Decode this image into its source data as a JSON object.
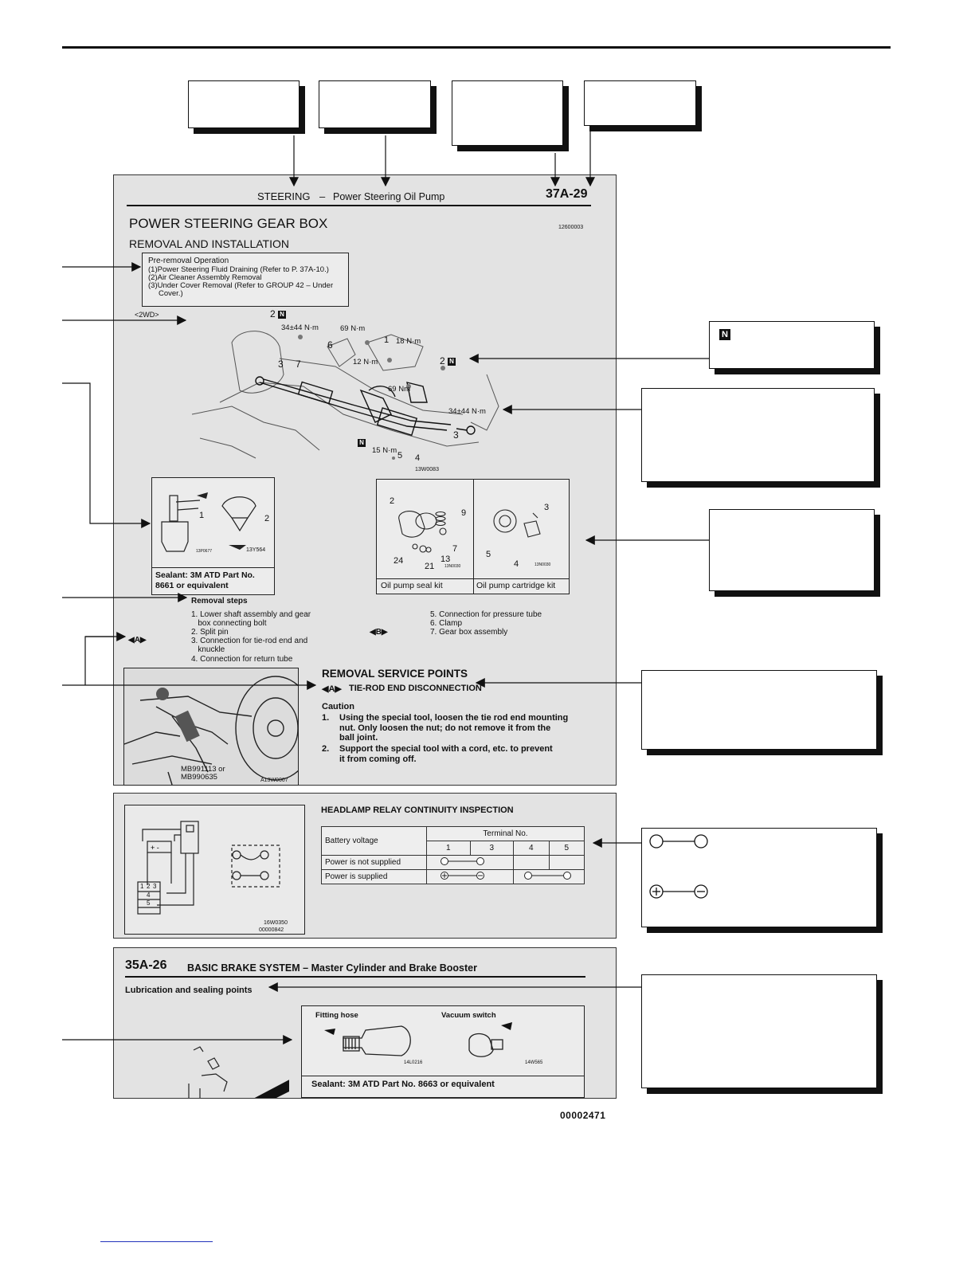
{
  "header_top": {
    "section": "STEERING",
    "dash": "–",
    "subtitle": "Power Steering Oil Pump",
    "page_number": "37A-29"
  },
  "gearbox": {
    "title": "POWER STEERING GEAR BOX",
    "doc_code": "12600003",
    "subtitle": "REMOVAL AND INSTALLATION",
    "pre_removal": {
      "heading": "Pre-removal Operation",
      "lines": [
        "(1)Power Steering Fluid Draining (Refer to P. 37A-10.)",
        "(2)Air Cleaner Assembly Removal",
        "(3)Under Cover Removal (Refer to GROUP 42 – Under",
        "Cover.)"
      ]
    },
    "variant": "<2WD>",
    "diagram_labels": {
      "l_2n_top": "2",
      "torque_34_44_top": "34±44 N·m",
      "torque_69_top": "69 N·m",
      "l_1": "1",
      "torque_18": "18 N·m",
      "l_6": "6",
      "torque_12": "12 N·m",
      "l_3_left": "3",
      "l_7": "7",
      "l_2n_right": "2",
      "torque_69_mid": "69 Nm",
      "torque_34_44_right": "34±44 N·m",
      "l_3_right": "3",
      "torque_15": "15 N·m",
      "l_5": "5",
      "l_4": "4",
      "fig_code": "13W0083"
    },
    "sealant_box": {
      "l_1": "1",
      "l_2": "2",
      "code_a": "13P0677",
      "code_b": "13Y564",
      "caption_line1": "Sealant: 3M ATD Part No.",
      "caption_line2": "8661 or equivalent"
    },
    "kit_box": {
      "seal_labels": [
        "2",
        "9",
        "7",
        "24",
        "21",
        "13"
      ],
      "seal_code": "13N0030",
      "seal_caption": "Oil pump seal kit",
      "cart_labels": [
        "3",
        "5",
        "4"
      ],
      "cart_code": "13N0030",
      "cart_caption": "Oil pump cartridge kit"
    },
    "removal_steps": {
      "heading": "Removal steps",
      "left": [
        "1. Lower shaft assembly and gear",
        "   box connecting bolt",
        "2. Split pin",
        "3. Connection for tie-rod end and",
        "   knuckle",
        "4. Connection for return tube"
      ],
      "marker_a": "◀A▶",
      "marker_b": "◀B▶",
      "right": [
        "5. Connection for pressure tube",
        "6. Clamp",
        "7. Gear box assembly"
      ]
    },
    "service_points": {
      "heading": "REMOVAL SERVICE POINTS",
      "marker": "◀A▶",
      "sub": "TIE-ROD END DISCONNECTION",
      "caution": "Caution",
      "items": [
        {
          "num": "1.",
          "lines": [
            "Using the special tool, loosen the tie rod end mounting",
            "nut. Only loosen the nut; do not remove it from the",
            "ball joint."
          ]
        },
        {
          "num": "2.",
          "lines": [
            "Support the special tool with a cord, etc. to prevent",
            "it from coming off."
          ]
        }
      ],
      "tool_label_1": "MB991113 or",
      "tool_label_2": "MB990635",
      "tool_fig_code": "A13W0007"
    }
  },
  "relay": {
    "title": "HEADLAMP RELAY CONTINUITY INSPECTION",
    "terminal_header": "Terminal No.",
    "row_header": "Battery voltage",
    "terminals": [
      "1",
      "3",
      "4",
      "5"
    ],
    "rows": [
      "Power is not supplied",
      "Power is supplied"
    ],
    "fig_code_1": "16W0350",
    "fig_code_2": "00000842",
    "relay_pins": [
      "1",
      "2",
      "3",
      "4",
      "5"
    ]
  },
  "brake": {
    "page_number": "35A-26",
    "title": "BASIC BRAKE SYSTEM – Master Cylinder and Brake Booster",
    "section_label": "Lubrication and sealing points",
    "fitting_label": "Fitting hose",
    "vacuum_label": "Vacuum switch",
    "code_a": "14L0216",
    "code_b": "14W565",
    "sealant": "Sealant: 3M ATD Part No. 8663 or equivalent"
  },
  "figure_number": "00002471",
  "callouts": {
    "n_symbol": "N"
  }
}
